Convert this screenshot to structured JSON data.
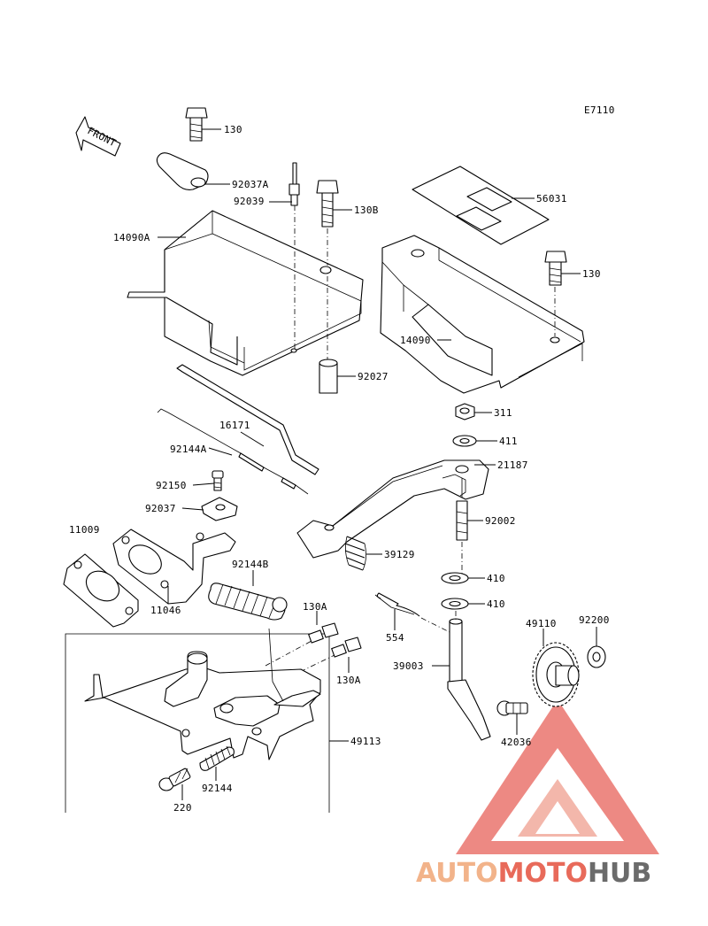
{
  "diagram": {
    "code": "E7110",
    "front_label": "FRONT",
    "labels": {
      "l130_top": "130",
      "l92037A": "92037A",
      "l92039": "92039",
      "l130B": "130B",
      "l14090A": "14090A",
      "l56031": "56031",
      "l130_right": "130",
      "l14090": "14090",
      "l92027": "92027",
      "l16171": "16171",
      "l92144A": "92144A",
      "l311": "311",
      "l411": "411",
      "l21187": "21187",
      "l92150": "92150",
      "l92037": "92037",
      "l92002": "92002",
      "l11009": "11009",
      "l39129": "39129",
      "l92144B": "92144B",
      "l410a": "410",
      "l410b": "410",
      "l11046": "11046",
      "l130A_a": "130A",
      "l554": "554",
      "l49110": "49110",
      "l92200": "92200",
      "l39003": "39003",
      "l130A_b": "130A",
      "l42036": "42036",
      "l49113": "49113",
      "l92144": "92144",
      "l220": "220"
    }
  },
  "watermark": {
    "part1": "AUTO",
    "part2": "MOTO",
    "part3": "HUB",
    "colors": {
      "auto": "#f2b38a",
      "moto": "#e86a5a",
      "hub": "#6b6b6b"
    }
  }
}
